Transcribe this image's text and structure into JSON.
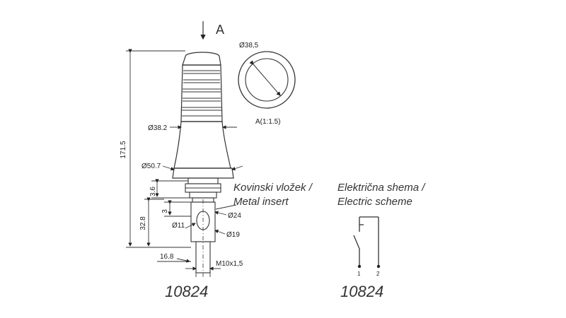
{
  "view_arrow": {
    "label": "A"
  },
  "knob_dimensions": {
    "d_knob_top": "Ø38,5",
    "view_scale": "A(1:1.5)",
    "d_body": "Ø38.2",
    "d_base": "Ø50.7",
    "total_height": "171.5"
  },
  "lower_dimensions": {
    "h_36": "3.6",
    "h_3": "3",
    "h_328": "32.8",
    "d_24": "Ø24",
    "d_11": "Ø11",
    "d_19": "Ø19",
    "w_168": "16.8",
    "thread": "M10x1,5"
  },
  "insert_label": {
    "line1": "Kovinski vložek /",
    "line2": "Metal insert"
  },
  "scheme": {
    "title_line1": "Električna shema /",
    "title_line2": "Electric scheme",
    "terminal_1": "1",
    "terminal_2": "2"
  },
  "codes": {
    "left": "10824",
    "right": "10824"
  }
}
